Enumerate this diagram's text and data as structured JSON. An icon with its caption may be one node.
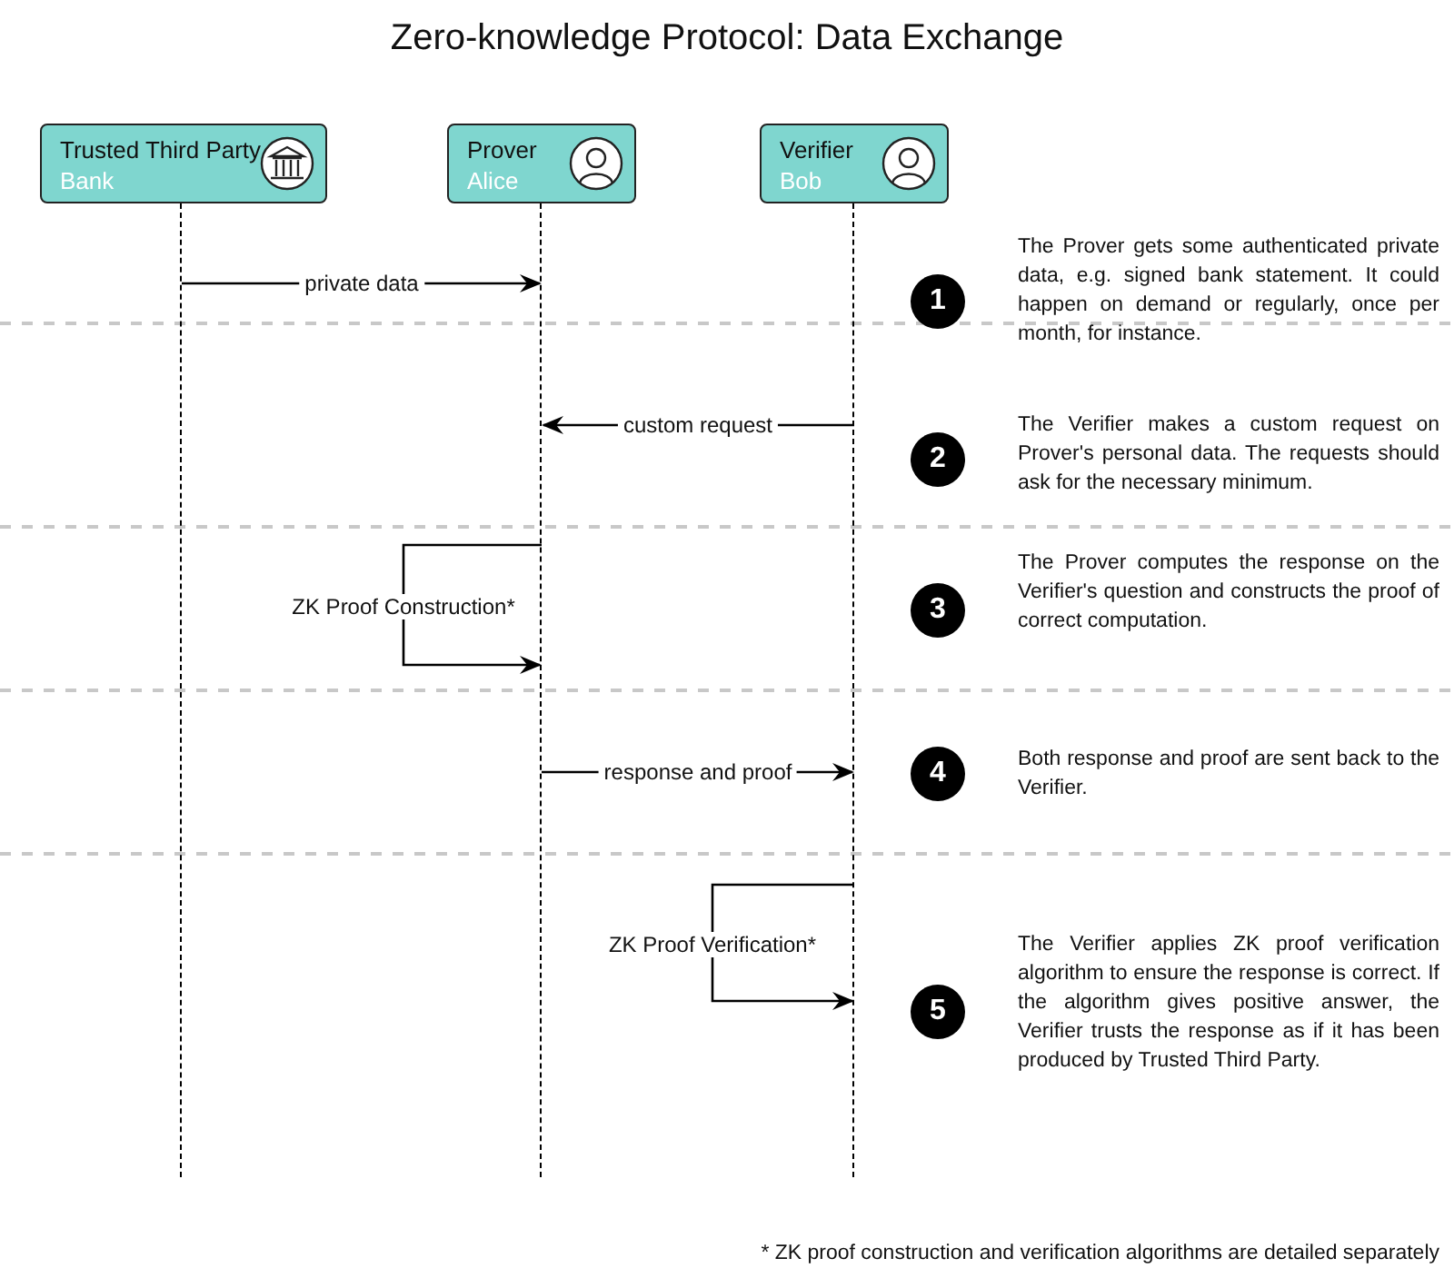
{
  "diagram": {
    "title": "Zero-knowledge Protocol: Data Exchange",
    "nodes": [
      {
        "text": [
          "Trusted Third Party",
          "Bank"
        ]
      },
      {
        "text": [
          "Prover",
          "Alice"
        ]
      },
      {
        "text": [
          "Verifier",
          "Bob"
        ]
      },
      {
        "text": [],
        "shape": "line"
      },
      {
        "text": [],
        "shape": "line"
      },
      {
        "text": [],
        "shape": "line"
      },
      {
        "text": [
          "1"
        ],
        "beside": [
          "The Prover gets some authenticated private data, e.g. signed bank statement. It could happen on demand or regularly, once per month, for instance."
        ]
      },
      {
        "text": [
          "2"
        ],
        "beside": [
          "The Verifier makes a custom request on Prover's personal data. The requests should ask for the necessary minimum."
        ]
      },
      {
        "text": [
          "3"
        ],
        "beside": [
          "The Prover computes the response on the Verifier's question and constructs the proof of correct computation."
        ]
      },
      {
        "text": [
          "4"
        ],
        "beside": [
          "Both response and proof are sent back to the Verifier."
        ]
      },
      {
        "text": [
          "5"
        ],
        "beside": [
          "The Verifier applies ZK proof verification algorithm to ensure the response is correct. If the algorithm gives positive answer, the Verifier trusts the response as if it has been produced by Trusted Third Party."
        ]
      }
    ],
    "edges": [
      {
        "from": 3,
        "to": 4,
        "arrow": "to",
        "label": "private data"
      },
      {
        "from": 5,
        "to": 4,
        "arrow": "to",
        "label": "custom request"
      },
      {
        "from": 4,
        "to": 4,
        "arrow": "to",
        "label": "ZK Proof Construction*"
      },
      {
        "from": 4,
        "to": 5,
        "arrow": "to",
        "label": "response and proof"
      },
      {
        "from": 5,
        "to": 5,
        "arrow": "to",
        "label": "ZK Proof Verification*"
      }
    ],
    "labels": [
      "* ZK proof construction and verification algorithms are detailed separately"
    ]
  }
}
